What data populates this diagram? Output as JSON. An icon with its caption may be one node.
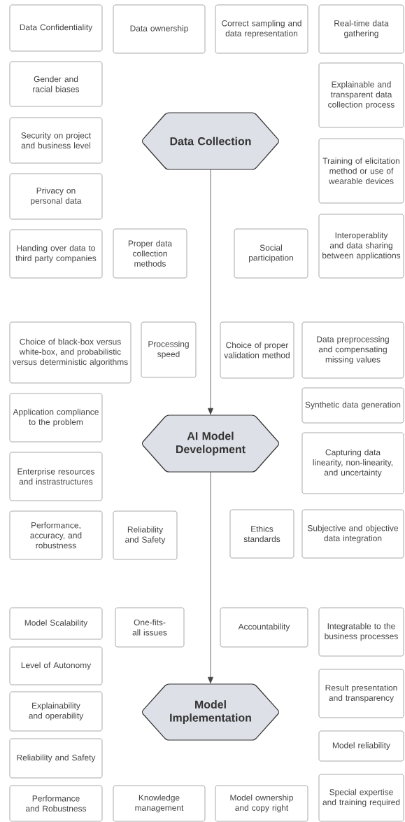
{
  "diagram": {
    "nodes": [
      {
        "text": [
          "Data Confidentiality"
        ]
      },
      {
        "text": [
          "Data ownership"
        ]
      },
      {
        "text": [
          "Correct sampling and data representation"
        ]
      },
      {
        "text": [
          "Real-time data gathering"
        ]
      },
      {
        "text": [
          "Gender and racial biases"
        ]
      },
      {
        "text": [
          "Explainable and transparent data collection process"
        ]
      },
      {
        "text": [
          "Data Collection"
        ]
      },
      {
        "text": [
          "Security on project and business level"
        ]
      },
      {
        "text": [
          "Training of elicitation method or use of wearable devices"
        ]
      },
      {
        "text": [
          "Privacy on personal data"
        ]
      },
      {
        "text": [
          "Handing over data to third party companies"
        ]
      },
      {
        "text": [
          "Proper data collection methods"
        ]
      },
      {
        "text": [
          "Social participation"
        ]
      },
      {
        "text": [
          "Interoperablity and data sharing between applications"
        ]
      },
      {
        "text": [
          "Choice of black-box versus white-box, and probabilistic versus deterministic algorithms"
        ]
      },
      {
        "text": [
          "Processing speed"
        ]
      },
      {
        "text": [
          "Choice of proper validation method"
        ]
      },
      {
        "text": [
          "Data preprocessing and compensating missing values"
        ]
      },
      {
        "text": [
          "Application compliance to the problem"
        ]
      },
      {
        "text": [
          "Synthetic data generation"
        ]
      },
      {
        "text": [
          "AI Model Development"
        ]
      },
      {
        "text": [
          "Enterprise resources and instrastructures"
        ]
      },
      {
        "text": [
          "Capturing data linearity, non-linearity, and uncertainty"
        ]
      },
      {
        "text": [
          "Performance, accuracy, and robustness"
        ]
      },
      {
        "text": [
          "Reliability and Safety"
        ]
      },
      {
        "text": [
          "Ethics standards"
        ]
      },
      {
        "text": [
          "Subjective and objective data integration"
        ]
      },
      {
        "text": [
          "Model Scalability"
        ]
      },
      {
        "text": [
          "One-fits-all issues"
        ]
      },
      {
        "text": [
          "Accountability"
        ]
      },
      {
        "text": [
          "Integratable to the business processes"
        ]
      },
      {
        "text": [
          "Level of Autonomy"
        ]
      },
      {
        "text": [
          "Result presentation and transparency"
        ]
      },
      {
        "text": [
          "Model Implementation"
        ]
      },
      {
        "text": [
          "Explainability and operability"
        ]
      },
      {
        "text": [
          "Model reliability"
        ]
      },
      {
        "text": [
          "Reliability and Safety"
        ]
      },
      {
        "text": [
          "Performance and Robustness"
        ]
      },
      {
        "text": [
          "Knowledge management"
        ]
      },
      {
        "text": [
          "Model ownership and copy right"
        ]
      },
      {
        "text": [
          "Special expertise and training required"
        ]
      }
    ],
    "edges": [
      {
        "from": 6,
        "to": 20,
        "arrow": "to"
      },
      {
        "from": 20,
        "to": 33,
        "arrow": "to"
      }
    ]
  }
}
